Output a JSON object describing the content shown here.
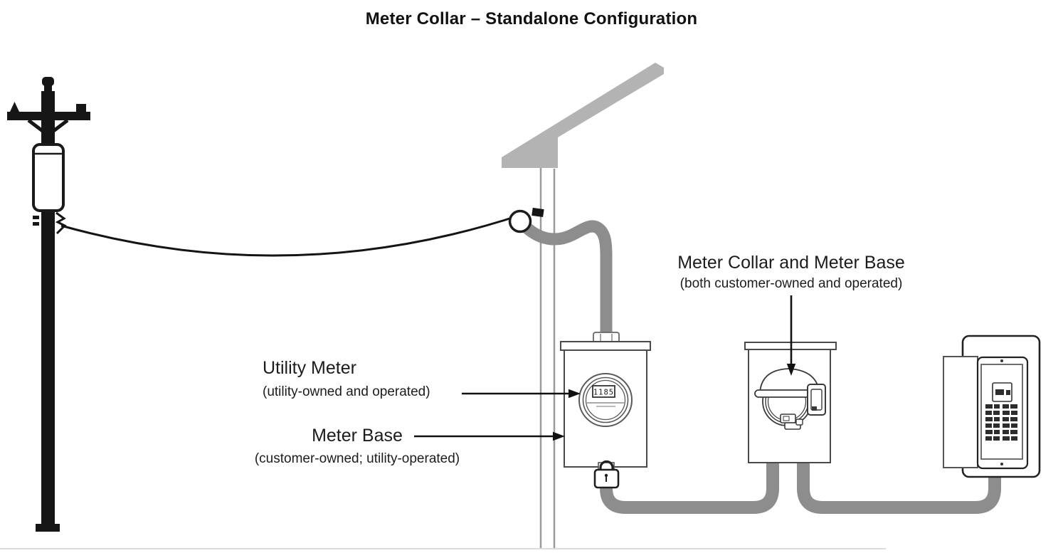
{
  "title": "Meter Collar – Standalone Configuration",
  "annotations": {
    "utility_meter": {
      "title": "Utility Meter",
      "subtitle": "(utility-owned and operated)"
    },
    "meter_base": {
      "title": "Meter Base",
      "subtitle": "(customer-owned; utility-operated)"
    },
    "meter_collar": {
      "title": "Meter Collar and Meter Base",
      "subtitle": "(both customer-owned and operated)"
    }
  },
  "meter": {
    "display_value": "1185"
  },
  "icons": {
    "utility_pole": "utility-pole-with-transformer",
    "service_drop": "overhead-service-wire",
    "house": "roof-and-wall",
    "meter_base_box": "meter-base-with-utility-meter",
    "meter_collar_box": "meter-base-with-meter-collar",
    "breaker_panel": "load-center-breaker-panel",
    "conduit": "gray-conduit-runs",
    "seal": "padlock-seal"
  },
  "colors": {
    "background": "#ffffff",
    "line_art": "#3a3a3a",
    "black": "#141414",
    "conduit_gray": "#8d8d8d",
    "roof_gray": "#b3b3b3",
    "wall_gray": "#9a9a9a",
    "breaker_dark": "#2d2d2d",
    "ground_line": "#dddddd"
  }
}
